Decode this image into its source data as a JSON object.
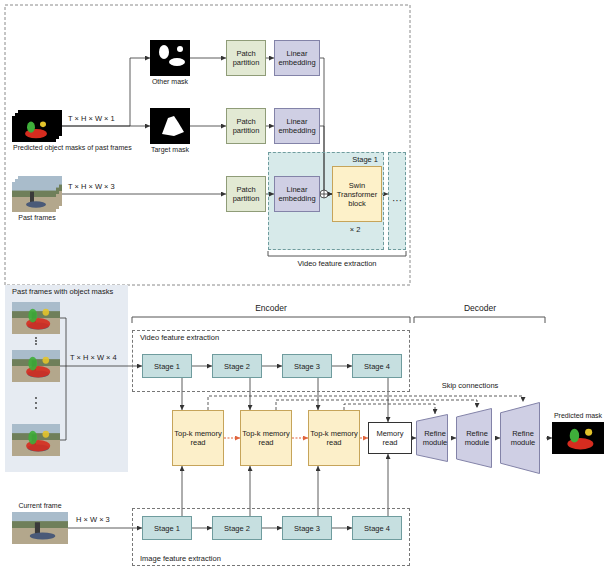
{
  "diagram": {
    "nodes": [
      {
        "text": [
          "Predicted object masks of past frames"
        ]
      },
      {
        "text": [
          "Other mask"
        ]
      },
      {
        "text": [
          "Target mask"
        ]
      },
      {
        "text": [
          "Past frames"
        ]
      },
      {
        "text": [
          "Patch partition"
        ]
      },
      {
        "text": [
          "Linear embedding"
        ]
      },
      {
        "text": [
          "Patch partition"
        ]
      },
      {
        "text": [
          "Linear embedding"
        ]
      },
      {
        "text": [
          "Patch partition"
        ]
      },
      {
        "text": [
          "Stage 1"
        ]
      },
      {
        "text": [
          "Linear embedding"
        ],
        "in": 9
      },
      {
        "text": [
          "Swin Transformer block"
        ],
        "in": 9
      },
      {
        "text": [
          "···"
        ]
      },
      {
        "text": [
          "Past frames with object masks"
        ]
      },
      {
        "text": [
          "Video feature extraction"
        ]
      },
      {
        "text": [
          "Stage 1"
        ],
        "in": 14
      },
      {
        "text": [
          "Stage 2"
        ],
        "in": 14
      },
      {
        "text": [
          "Stage 3"
        ],
        "in": 14
      },
      {
        "text": [
          "Stage 4"
        ],
        "in": 14
      },
      {
        "text": [
          "Top-k memory read"
        ]
      },
      {
        "text": [
          "Top-k memory read"
        ]
      },
      {
        "text": [
          "Top-k memory read"
        ]
      },
      {
        "text": [
          "Memory read"
        ]
      },
      {
        "text": [
          "Refine module"
        ]
      },
      {
        "text": [
          "Refine module"
        ]
      },
      {
        "text": [
          "Refine module"
        ]
      },
      {
        "text": [
          "Predicted mask"
        ]
      },
      {
        "text": [
          "Current frame"
        ]
      },
      {
        "text": [
          "Image feature extraction"
        ]
      },
      {
        "text": [
          "Stage 1"
        ],
        "in": 28
      },
      {
        "text": [
          "Stage 2"
        ],
        "in": 28
      },
      {
        "text": [
          "Stage 3"
        ],
        "in": 28
      },
      {
        "text": [
          "Stage 4"
        ],
        "in": 28
      }
    ],
    "edges": [
      {
        "from": 0,
        "to": 1,
        "arrow": "to"
      },
      {
        "from": 0,
        "to": 2,
        "arrow": "to"
      },
      {
        "from": 1,
        "to": 4,
        "arrow": "to"
      },
      {
        "from": 4,
        "to": 5,
        "arrow": "to"
      },
      {
        "from": 2,
        "to": 6,
        "arrow": "to"
      },
      {
        "from": 6,
        "to": 7,
        "arrow": "to"
      },
      {
        "from": 3,
        "to": 8,
        "arrow": "to"
      },
      {
        "from": 8,
        "to": 10,
        "arrow": "to"
      },
      {
        "from": 5,
        "to": 11,
        "arrow": "to"
      },
      {
        "from": 7,
        "to": 11,
        "arrow": "to"
      },
      {
        "from": 10,
        "to": 11,
        "arrow": "to"
      },
      {
        "from": 11,
        "to": 12,
        "arrow": "to"
      },
      {
        "from": 13,
        "to": 15,
        "arrow": "to"
      },
      {
        "from": 15,
        "to": 16,
        "arrow": "to"
      },
      {
        "from": 16,
        "to": 17,
        "arrow": "to"
      },
      {
        "from": 17,
        "to": 18,
        "arrow": "to"
      },
      {
        "from": 15,
        "to": 19,
        "arrow": "to"
      },
      {
        "from": 29,
        "to": 19,
        "arrow": "to"
      },
      {
        "from": 16,
        "to": 20,
        "arrow": "to"
      },
      {
        "from": 30,
        "to": 20,
        "arrow": "to"
      },
      {
        "from": 17,
        "to": 21,
        "arrow": "to"
      },
      {
        "from": 31,
        "to": 21,
        "arrow": "to"
      },
      {
        "from": 18,
        "to": 22,
        "arrow": "to"
      },
      {
        "from": 32,
        "to": 22,
        "arrow": "to"
      },
      {
        "from": 19,
        "to": 20,
        "arrow": "to"
      },
      {
        "from": 20,
        "to": 21,
        "arrow": "to"
      },
      {
        "from": 21,
        "to": 22,
        "arrow": "to"
      },
      {
        "from": 22,
        "to": 23,
        "arrow": "to"
      },
      {
        "from": 23,
        "to": 24,
        "arrow": "to"
      },
      {
        "from": 24,
        "to": 25,
        "arrow": "to"
      },
      {
        "from": 25,
        "to": 26,
        "arrow": "to"
      },
      {
        "from": 19,
        "to": 25,
        "arrow": "to"
      },
      {
        "from": 20,
        "to": 24,
        "arrow": "to"
      },
      {
        "from": 21,
        "to": 23,
        "arrow": "to"
      },
      {
        "from": 27,
        "to": 29,
        "arrow": "to"
      },
      {
        "from": 29,
        "to": 30,
        "arrow": "to"
      },
      {
        "from": 30,
        "to": 31,
        "arrow": "to"
      },
      {
        "from": 31,
        "to": 32,
        "arrow": "to"
      }
    ],
    "labels": [
      "T × H × W × 1",
      "T × H × W × 3",
      "× 2",
      "Video feature extraction",
      "Encoder",
      "Decoder",
      "T × H × W × 4",
      "Skip connections",
      "H × W × 3"
    ]
  }
}
